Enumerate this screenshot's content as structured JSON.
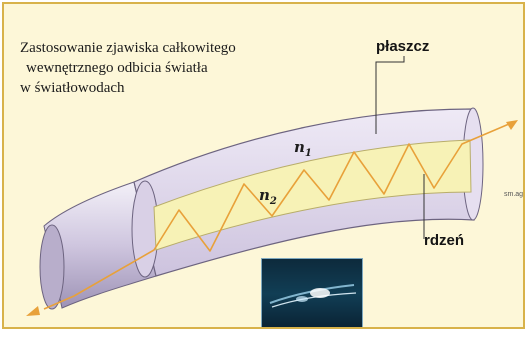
{
  "title_lines": [
    "Zastosowanie zjawiska  całkowitego",
    " wewnętrznego odbicia światła",
    "w światłowodach"
  ],
  "labels": {
    "plaszcz": "płaszcz",
    "rdzen": "rdzeń",
    "n1": "n",
    "n1_sub": "1",
    "n2": "n",
    "n2_sub": "2",
    "small_text": "sm.ag"
  },
  "colors": {
    "cladding": "#dfd5ee",
    "core": "#f7f2b6",
    "ray": "#e8a13a",
    "frame": "#d8b24a",
    "background": "#fdf7d8"
  }
}
